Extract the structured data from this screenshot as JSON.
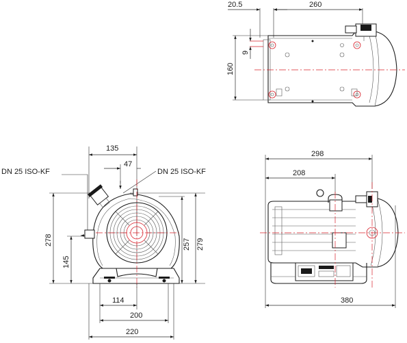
{
  "top_view": {
    "dims": {
      "width_offset": "20.5",
      "length": "260",
      "height_span": "160",
      "hole_offset": "9"
    }
  },
  "front_view": {
    "labels": {
      "inlet": "DN 25 ISO-KF",
      "outlet": "DN 25 ISO-KF"
    },
    "dims": {
      "port_spacing": "135",
      "port_offset": "47",
      "total_height": "278",
      "inlet_height": "145",
      "body_height": "257",
      "max_height": "279",
      "foot_114": "114",
      "foot_200": "200",
      "foot_220": "220"
    }
  },
  "side_view": {
    "dims": {
      "length_298": "298",
      "length_208": "208",
      "length_380": "380"
    }
  },
  "colors": {
    "centerline": "#d8202a",
    "line": "#1a1a1a"
  }
}
